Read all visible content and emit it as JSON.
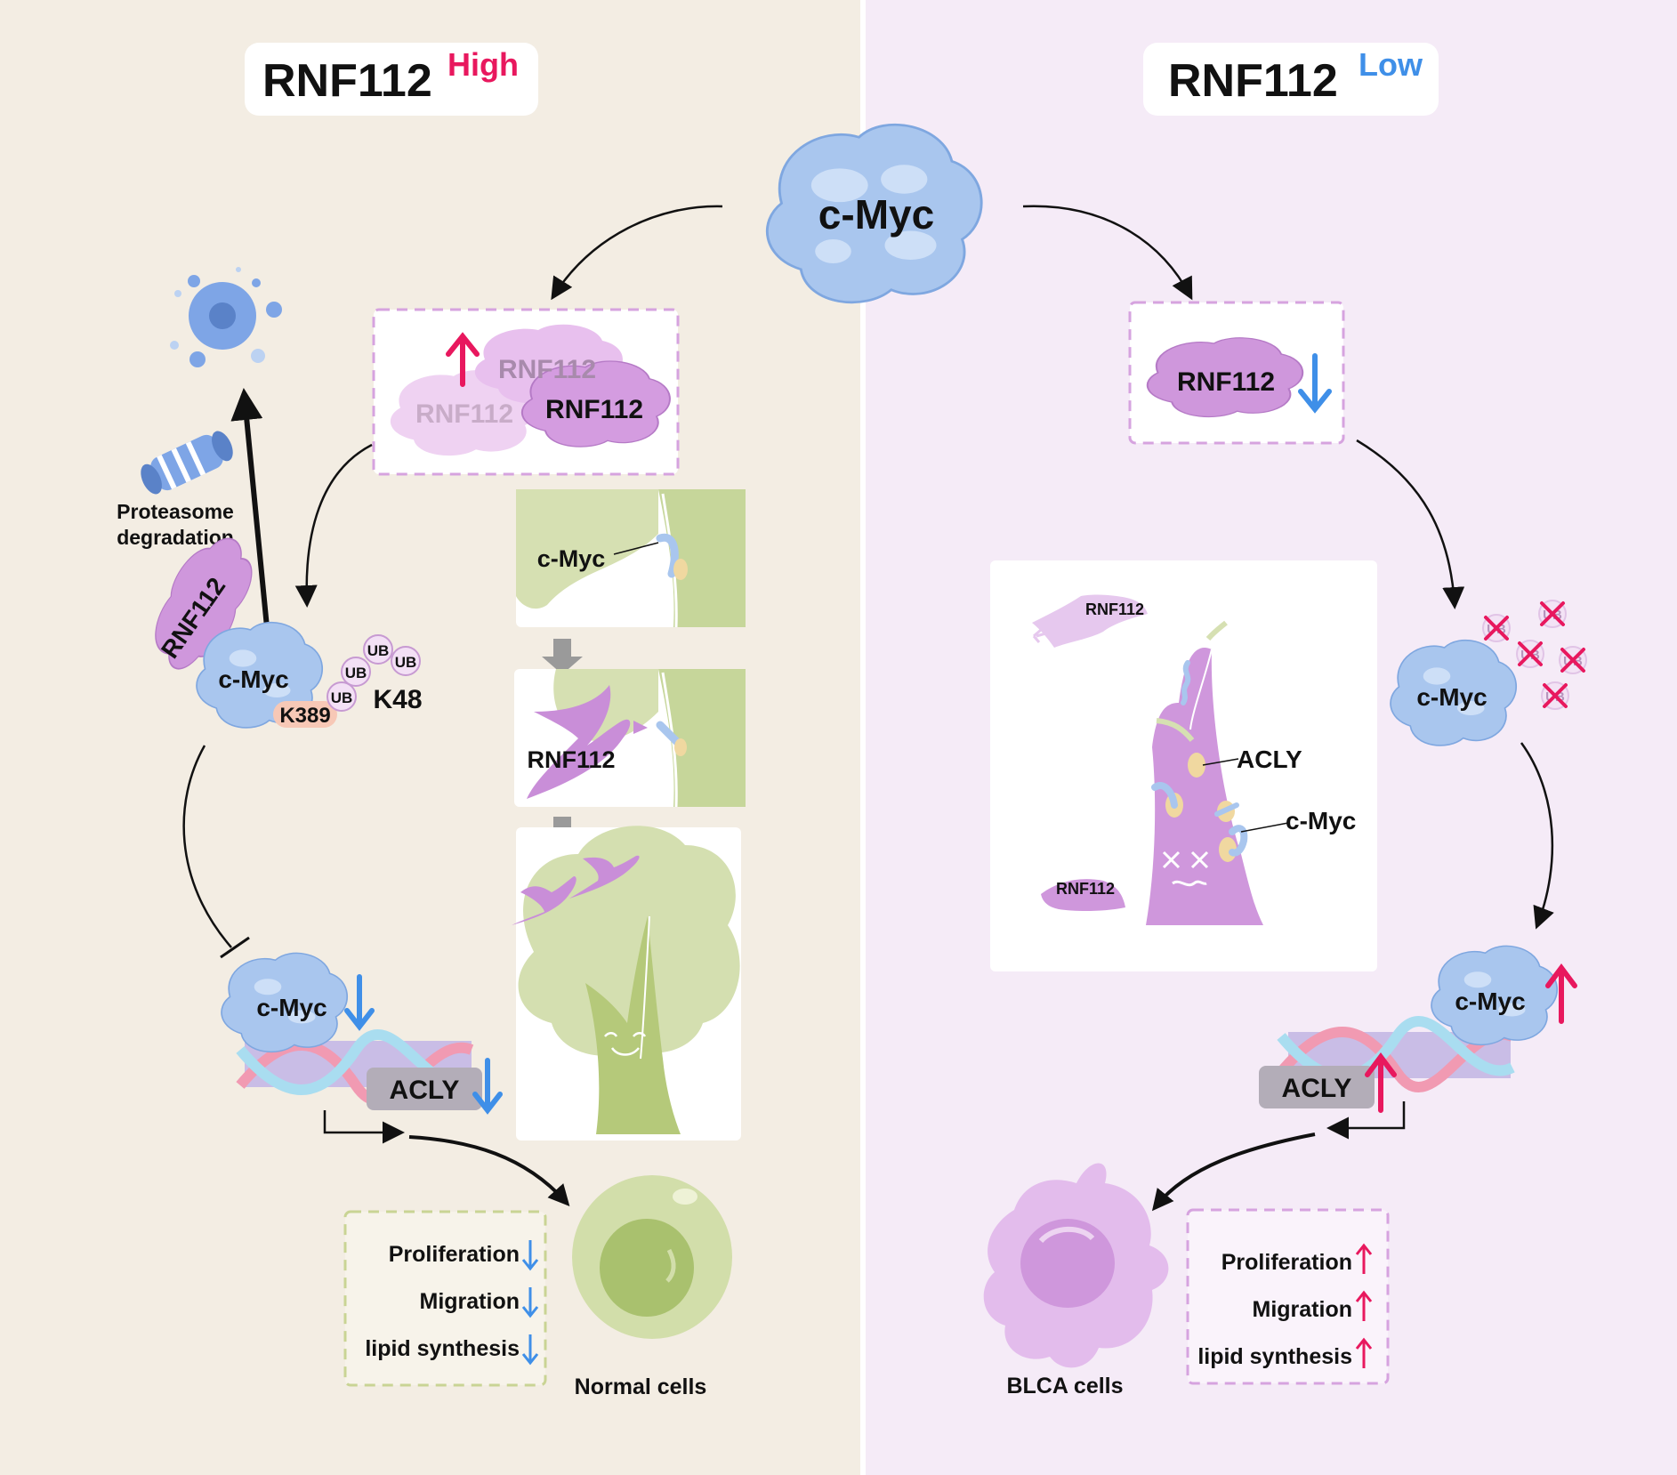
{
  "left_panel": {
    "title": "RNF112",
    "title_sup": "High",
    "upregulated_labels": [
      "RNF112",
      "RNF112",
      "RNF112"
    ],
    "proteasome_label_line1": "Proteasome",
    "proteasome_label_line2": "degradation",
    "complex": {
      "rnf112": "RNF112",
      "cmyc": "c-Myc",
      "ub": [
        "UB",
        "UB",
        "UB",
        "UB"
      ],
      "site": "K389",
      "linkage": "K48"
    },
    "dna_cmyc": "c-Myc",
    "acly": "ACLY",
    "story": {
      "panel1_label": "c-Myc",
      "panel2_label": "RNF112"
    },
    "effects": [
      "Proliferation",
      "Migration",
      "lipid synthesis"
    ],
    "cell_label": "Normal cells"
  },
  "center": {
    "cmyc": "c-Myc"
  },
  "right_panel": {
    "title": "RNF112",
    "title_sup": "Low",
    "downregulated_label": "RNF112",
    "tree": {
      "bird1": "RNF112",
      "bird2": "RNF112",
      "acly": "ACLY",
      "cmyc": "c-Myc"
    },
    "cmyc_free": "c-Myc",
    "ub_crossed": [
      "UB",
      "UB",
      "UB",
      "UB",
      "UB"
    ],
    "dna_cmyc": "c-Myc",
    "acly": "ACLY",
    "effects": [
      "Proliferation",
      "Migration",
      "lipid synthesis"
    ],
    "cell_label": "BLCA cells"
  },
  "colors": {
    "left_bg": "#f3ede3",
    "right_bg": "#f5ebf7",
    "up_arrow": "#e8185e",
    "down_arrow": "#3f8fe8",
    "cmyc_blue": "#a9c6ee",
    "rnf112_purple": "#cf97dc",
    "tree_green": "#c6d69a"
  }
}
